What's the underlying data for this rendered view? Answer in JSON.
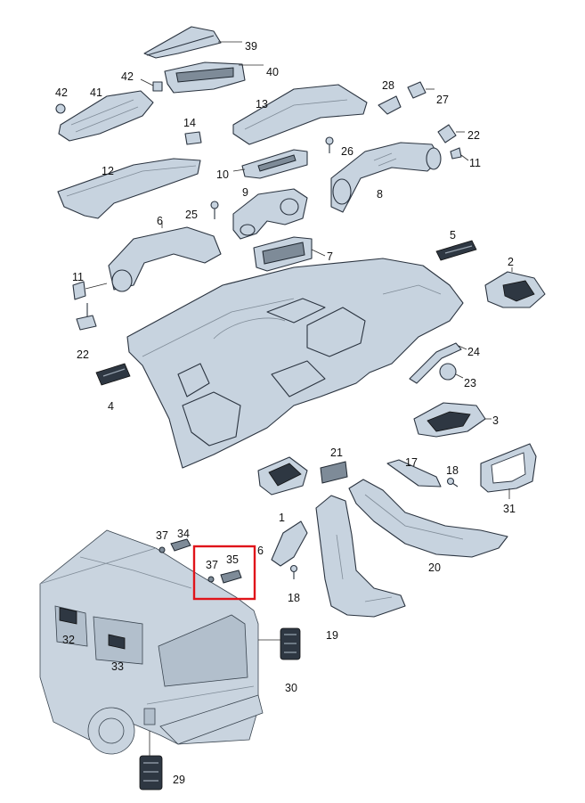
{
  "diagram": {
    "callouts": {
      "p39": "39",
      "p40": "40",
      "p42a": "42",
      "p42b": "42",
      "p41": "41",
      "p28": "28",
      "p27": "27",
      "p13": "13",
      "p14": "14",
      "p22a": "22",
      "p26": "26",
      "p11a": "11",
      "p10": "10",
      "p8": "8",
      "p12": "12",
      "p9": "9",
      "p25": "25",
      "p6a": "6",
      "p7": "7",
      "p5": "5",
      "p2": "2",
      "p11b": "11",
      "p22b": "22",
      "p24": "24",
      "p23": "23",
      "p4": "4",
      "p3": "3",
      "p21": "21",
      "p17": "17",
      "p18a": "18",
      "p31": "31",
      "p1": "1",
      "p6b": "6",
      "p18b": "18",
      "p20": "20",
      "p19": "19",
      "p37a": "37",
      "p34": "34",
      "p37b": "37",
      "p35": "35",
      "p32": "32",
      "p33": "33",
      "p30": "30",
      "p29": "29"
    },
    "highlight_color": "#e0141a",
    "part_color": "#c7d3df"
  }
}
